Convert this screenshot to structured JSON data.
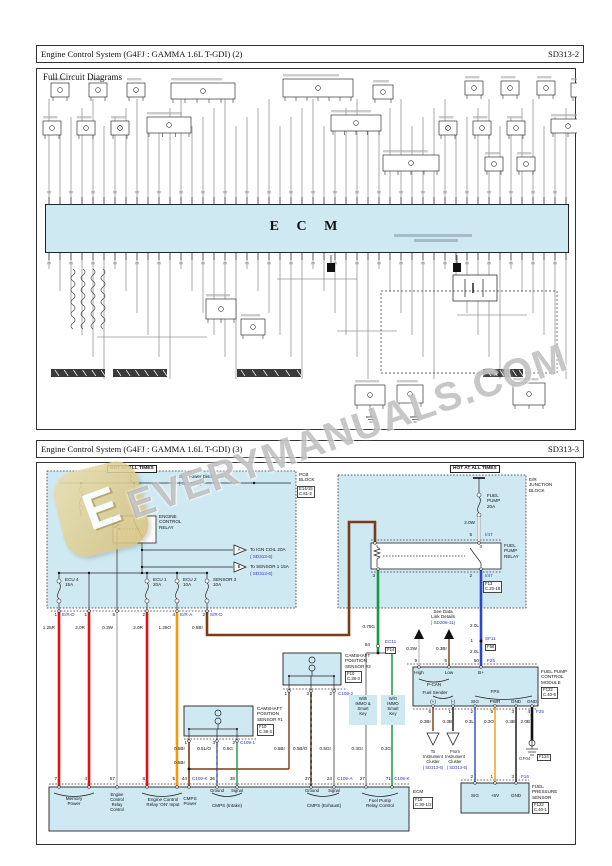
{
  "wm": {
    "text": "EVERYMANUALS.COM",
    "logo_letter": "E"
  },
  "s2": {
    "title": "Engine Control System (G4FJ : GAMMA 1.6L T-GDI) (2)",
    "code": "SD313-2",
    "subtitle": "Full Circuit Diagrams",
    "ecm": "E C M"
  },
  "s3": {
    "title": "Engine Control System (G4FJ : GAMMA 1.6L T-GDI) (3)",
    "code": "SD313-3",
    "hot_left": "HOT AT ALL TIMES",
    "hot_right": "HOT AT ALL TIMES",
    "see_power": "See Power Distribution",
    "see_power_ref": "( SD110-6)",
    "pcb_block": "PCB\nBLOCK",
    "pcb_ref": "E14/15\nC.81-2",
    "er_block": "E/R\nJUNCTION\nBLOCK",
    "relay1": "ENGINE\nCONTROL\nRELAY",
    "tri_a": "A",
    "to_ign": "To IGN COIL 20A",
    "to_ign_ref": "( SD313-6)",
    "tri_b": "B",
    "to_sensor": "To SENSOR 1 15A",
    "to_sensor_ref": "( SD313-6)",
    "fuses": [
      "ECU 4\n15A",
      "ECU 1\n20A",
      "ECU 2\n10A",
      "SENSOR 3\n10A"
    ],
    "lpins": [
      "1",
      "E/R-D",
      "1",
      "5",
      "2",
      "4",
      "E/R-A",
      "2",
      "S/R-D"
    ],
    "lgauges": [
      "1.25R",
      "2.0R",
      "0.3W",
      "2.0R",
      "1.25O",
      "0.5Br"
    ],
    "fp_fuse": "FUEL\nPUMP\n20A",
    "w20": "2.0W",
    "fpr_pin5": "5",
    "i47a": "I/47",
    "relay2": "FUEL\nPUMP\nRELAY",
    "fpr_pin3": "3",
    "fpr_pin2": "2",
    "i47b": "I/47",
    "fpr_ref": "F13\nC.20-18",
    "g075": "0.75G",
    "p84": "84",
    "ec11": "EC11",
    "f14": "F14",
    "immo_with": "With\nIMMO &\nSmart\nKey",
    "immo_wo": "W/O\nIMMO\nSmart\nKey",
    "g03gr": "0.3Gr",
    "g03g": "0.3G",
    "dl": "See Data\nLink Details",
    "dl_ref": "( SD208-11)",
    "dl_w": "0.3W",
    "dl_br": "0.3Br",
    "dl_p9": "9",
    "dl_p5": "5",
    "l20a": "2.0L",
    "l20b": "2.0L",
    "p1": "1",
    "sf11": "SF11",
    "f58": "F58",
    "p50": "50",
    "f25a": "F25",
    "mod_title": "FUEL PUMP\nCONTROL\nMODULE",
    "mod_ref": "F122\nC.40-6",
    "high": "High",
    "low": "Low",
    "bplus": "B+",
    "pcan": "P-CAN",
    "fuel_sender": "Fuel Sender",
    "fsp": "(+)",
    "fsm": "(-)",
    "fps": "FPS",
    "sig": "SIG",
    "pwr": "PWR",
    "gnd1": "GND",
    "gnd2": "GND",
    "mpins": [
      "6",
      "1",
      "2",
      "5",
      "3",
      "4"
    ],
    "f25b": "F25",
    "mgauges": [
      "0.3Br",
      "0.3B",
      "0.3L",
      "0.3O",
      "0.3B",
      "2.0B"
    ],
    "to_ic": "To\nInstrument\nCluster",
    "to_ic_ref": "( SD313-6)",
    "from_ic": "From\nInstrument\nCluster",
    "from_ic_ref": "( SD313-6)",
    "gf04": "GF04",
    "f124": "F124",
    "fps_title": "FUEL\nPRESSURE\nSENSOR",
    "fps_ref": "F122\nC.40-1",
    "spins": [
      "2",
      "1",
      "3"
    ],
    "f16": "F16",
    "ssig": "SIG",
    "s5v": "+5V",
    "sgnd": "GND",
    "cmps2": "CAMSHAFT\nPOSITION\nSENSOR #2",
    "cmps2_ref": "F10\nC.38-3",
    "c2pins": [
      "1",
      "3",
      "2"
    ],
    "c109_2": "C109-2",
    "cmps1": "CAMSHAFT\nPOSITION\nSENSOR #1",
    "cmps1_ref": "F10\nC.38-3",
    "c1pins": [
      "1",
      "3",
      "2"
    ],
    "c109_1": "C109-1",
    "mid_gauges": [
      "0.5Br",
      "0.5L/O",
      "0.5G",
      "0.5Br",
      "0.5B/O",
      "0.5Gr"
    ],
    "br05": "0.5Br",
    "epins": [
      "7",
      "4",
      "57",
      "8",
      "5",
      "44",
      "36",
      "38",
      "37",
      "24",
      "27",
      "71"
    ],
    "c109_k1": "C109-K",
    "c109_a": "C109-A",
    "c109_k2": "C109-K",
    "grp_memory": "Memory\nPower",
    "grp_ecr": "Engine\nControl\nRelay\nControl",
    "grp_ecr_on": "Engine Control\nRelay 'ON' Input",
    "grp_cmps_pwr": "CMPS\nPower",
    "ground1": "Ground",
    "signal1": "Signal",
    "cmps_intake": "CMPS (Intake)",
    "ground2": "Ground",
    "signal2": "Signal",
    "cmps_exhaust": "CMPS (Exhaust)",
    "grp_fpr": "Fuel Pump\nRelay Control",
    "ecm": "ECM",
    "ecm_ref": "F16\nC.30-1/2"
  }
}
